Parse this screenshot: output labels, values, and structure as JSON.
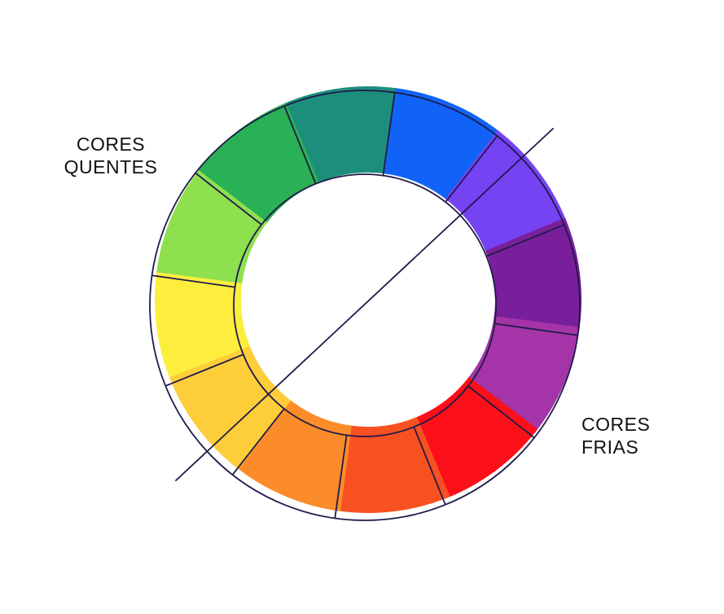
{
  "labels": {
    "warm": {
      "line1": "CORES",
      "line2": "QUENTES"
    },
    "cool": {
      "line1": "CORES",
      "line2": "FRIAS"
    }
  },
  "wheel": {
    "outline_color": "#1f1a4a",
    "segments": [
      {
        "name": "yellow",
        "color": "#fdee3e"
      },
      {
        "name": "yellow-green",
        "color": "#8ee04f"
      },
      {
        "name": "green",
        "color": "#2bb155"
      },
      {
        "name": "teal",
        "color": "#1d8e7b"
      },
      {
        "name": "blue",
        "color": "#1063f6"
      },
      {
        "name": "blue-violet",
        "color": "#7643f3"
      },
      {
        "name": "violet",
        "color": "#7a1f9b"
      },
      {
        "name": "red-violet",
        "color": "#a534a8"
      },
      {
        "name": "red",
        "color": "#fb0f19"
      },
      {
        "name": "red-orange",
        "color": "#f85121"
      },
      {
        "name": "orange",
        "color": "#fc8c2a"
      },
      {
        "name": "yellow-orange",
        "color": "#fdcd3a"
      }
    ]
  }
}
